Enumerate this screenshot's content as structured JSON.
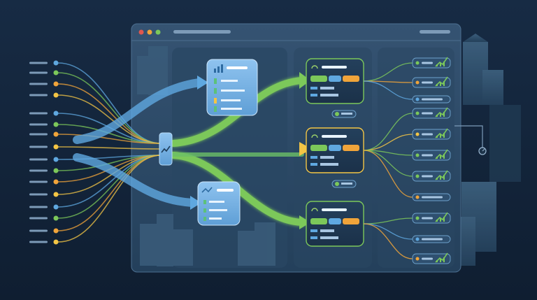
{
  "window": {
    "title_bar": "",
    "controls": [
      "close-dot",
      "minimize-dot",
      "maximize-dot"
    ]
  },
  "colors": {
    "background": "#13243a",
    "window": "#2e4a66",
    "panel": "#2a4560",
    "blue": "#5fa8e0",
    "green": "#7cc85a",
    "orange": "#f0a43a",
    "yellow": "#f3c545"
  },
  "icons": {
    "hub": "trend-up-icon",
    "processor_top": "bar-chart-icon",
    "processor_bottom": "trend-line-icon",
    "output_cards": [
      "gauge-icon",
      "gauge-icon",
      "gauge-icon"
    ],
    "results": "trend-up-icon"
  },
  "scene": {
    "input_sources": 16,
    "result_cards": 11
  }
}
